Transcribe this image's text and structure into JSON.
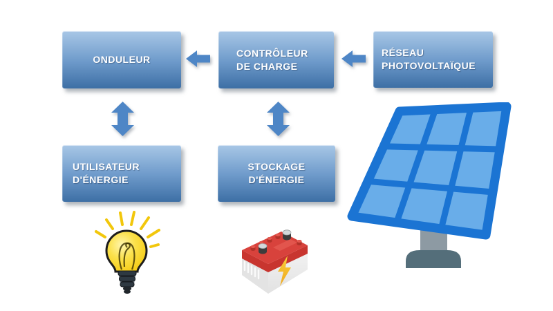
{
  "diagram": {
    "colors": {
      "background": "#ffffff",
      "box_top": "#a8c7e6",
      "box_bottom": "#3d6fa5",
      "box_text": "#ffffff",
      "arrow": "#4e86c6",
      "panel_frame": "#1b74d3",
      "panel_cell": "#69ade9",
      "panel_post": "#8d9aa3",
      "panel_base": "#546e7a",
      "bulb_ray": "#f2c70c",
      "bulb_outline": "#1d1d1d",
      "battery_red": "#d8423c"
    },
    "boxes": [
      {
        "id": "onduleur",
        "lines": [
          "ONDULEUR"
        ]
      },
      {
        "id": "controleur",
        "lines": [
          "CONTRÔLEUR",
          "DE CHARGE"
        ]
      },
      {
        "id": "reseau",
        "lines": [
          "RÉSEAU",
          "PHOTOVOLTAÏQUE"
        ]
      },
      {
        "id": "utilisateur",
        "lines": [
          "UTILISATEUR",
          "D'ÉNERGIE"
        ]
      },
      {
        "id": "stockage",
        "lines": [
          "STOCKAGE",
          "D'ÉNERGIE"
        ]
      }
    ],
    "arrows": [
      {
        "id": "reseau-to-controleur",
        "direction": "left"
      },
      {
        "id": "controleur-to-onduleur",
        "direction": "left"
      },
      {
        "id": "onduleur-utilisateur",
        "direction": "vertical-double"
      },
      {
        "id": "controleur-stockage",
        "direction": "vertical-double"
      }
    ],
    "icons": [
      {
        "name": "light-bulb-icon"
      },
      {
        "name": "battery-icon"
      },
      {
        "name": "solar-panel-icon"
      }
    ]
  }
}
